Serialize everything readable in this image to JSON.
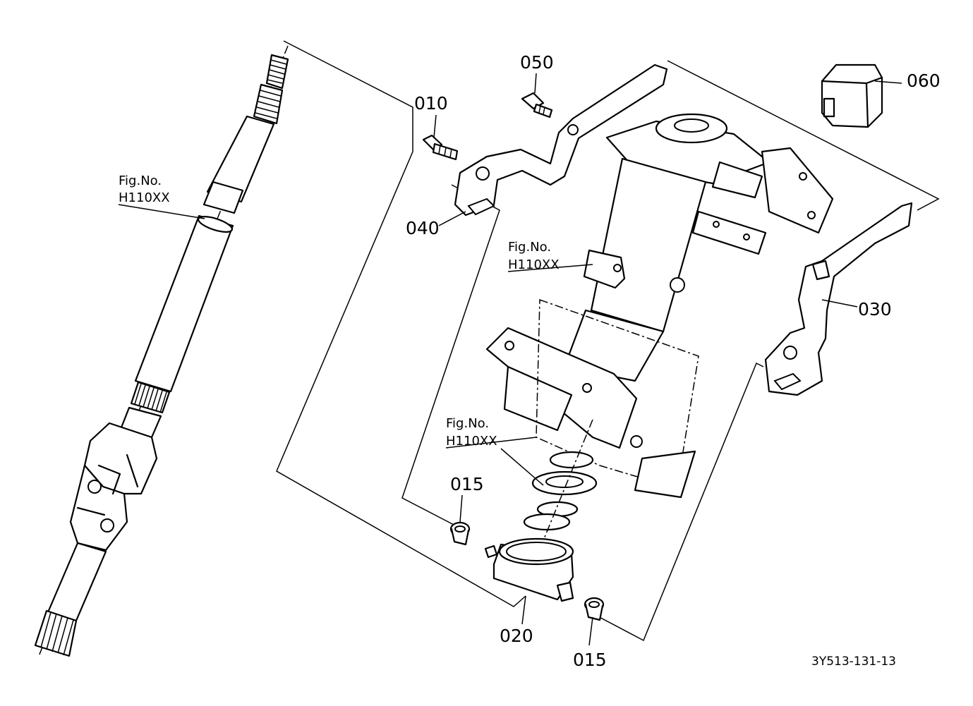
{
  "labels": {
    "p010": "010",
    "p015_top": "015",
    "p015_bottom": "015",
    "p020": "020",
    "p030": "030",
    "p040": "040",
    "p050": "050",
    "p060": "060"
  },
  "fig_refs": [
    {
      "prefix": "Fig.No.",
      "number": "H110XX"
    },
    {
      "prefix": "Fig.No.",
      "number": "H110XX"
    },
    {
      "prefix": "Fig.No.",
      "number": "H110XX"
    }
  ],
  "drawing_code": "3Y513-131-13"
}
